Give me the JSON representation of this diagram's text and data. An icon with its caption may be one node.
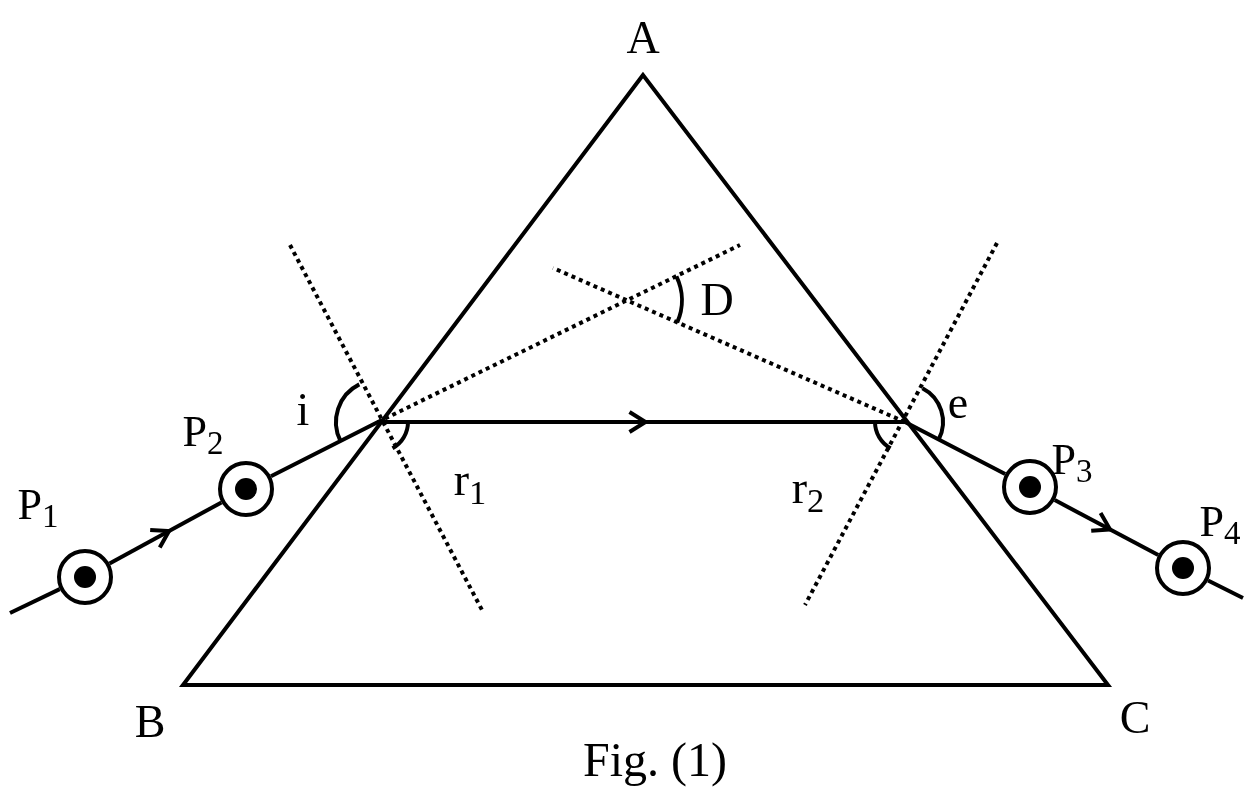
{
  "diagram": {
    "caption": "Fig. (1)",
    "nodes": [
      {
        "text": [],
        "shape": "circle",
        "beside": [
          "P$_{1}$"
        ]
      },
      {
        "text": [],
        "shape": "circle",
        "beside": [
          "P$_{2}$"
        ]
      },
      {
        "text": [],
        "shape": "circle",
        "beside": [
          "P$_{3}$"
        ]
      },
      {
        "text": [],
        "shape": "circle",
        "beside": [
          "P$_{4}$"
        ]
      }
    ],
    "edges": [
      {
        "from": null,
        "to": 0,
        "arrow": "none"
      },
      {
        "from": 0,
        "to": 1,
        "arrow": "to"
      },
      {
        "from": 2,
        "to": 3,
        "arrow": "to"
      },
      {
        "from": 1,
        "to": 2,
        "arrow": "to"
      },
      {
        "from": 3,
        "to": null,
        "arrow": "none"
      }
    ],
    "labels": [
      "A",
      "i",
      "D",
      "e",
      "r$_{1}$",
      "r$_{2}$",
      "B",
      "C"
    ]
  }
}
